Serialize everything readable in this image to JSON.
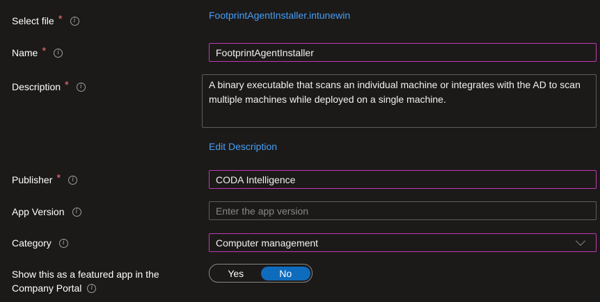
{
  "form": {
    "select_file": {
      "label": "Select file",
      "required_mark": "*",
      "value": "FootprintAgentInstaller.intunewin"
    },
    "name": {
      "label": "Name",
      "required_mark": "*",
      "value": "FootprintAgentInstaller"
    },
    "description": {
      "label": "Description",
      "required_mark": "*",
      "value": "A binary executable that scans an individual machine or integrates with the AD to scan multiple machines while deployed on a single machine.",
      "edit_link": "Edit Description"
    },
    "publisher": {
      "label": "Publisher",
      "required_mark": "*",
      "value": "CODA Intelligence"
    },
    "app_version": {
      "label": "App Version",
      "value": "",
      "placeholder": "Enter the app version"
    },
    "category": {
      "label": "Category",
      "value": "Computer management"
    },
    "featured": {
      "label_line1": "Show this as a featured app in the",
      "label_line2": "Company Portal",
      "options": [
        "Yes",
        "No"
      ],
      "selected": "No"
    }
  },
  "icons": {
    "info": "info-icon",
    "dropdown": "chevron-down-icon"
  },
  "colors": {
    "background": "#1b1a19",
    "link": "#479ef5",
    "required": "#f1707b",
    "focus_border": "#c239b3",
    "toggle_on": "#0f6cbd"
  }
}
